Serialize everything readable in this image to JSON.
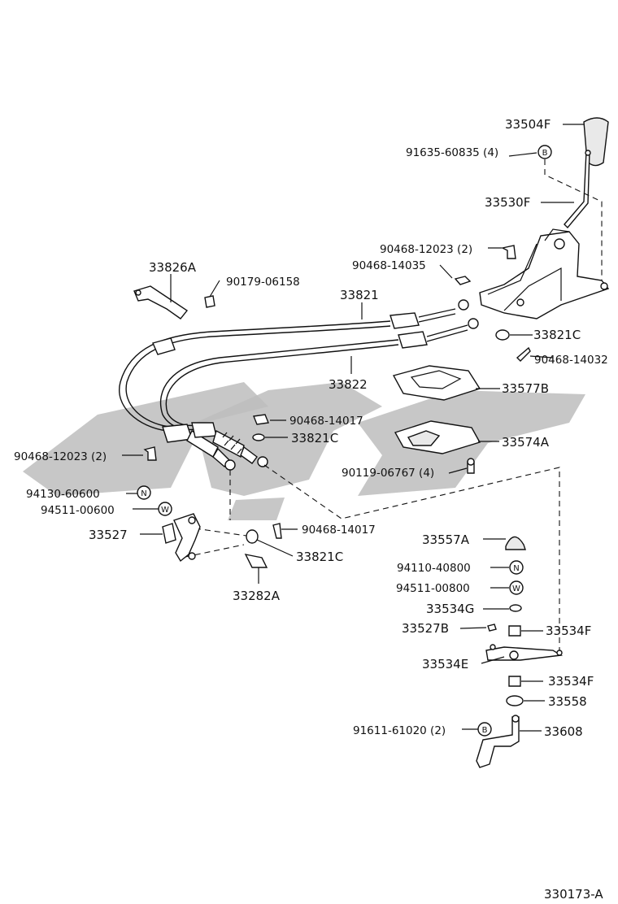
{
  "labels": {
    "l33504F": "33504F",
    "l91635": "91635-60835 (4)",
    "l33530F": "33530F",
    "l90468_12023_top": "90468-12023 (2)",
    "l90468_14035": "90468-14035",
    "l33826A": "33826A",
    "l90179": "90179-06158",
    "l33821": "33821",
    "l33821C_1": "33821C",
    "l90468_14032": "90468-14032",
    "l33822": "33822",
    "l33577B": "33577B",
    "l90468_14017_a": "90468-14017",
    "l33821C_2": "33821C",
    "l33574A": "33574A",
    "l90468_12023_left": "90468-12023 (2)",
    "l90119": "90119-06767 (4)",
    "l94130": "94130-60600",
    "l94511_00600": "94511-00600",
    "l33527": "33527",
    "l90468_14017_b": "90468-14017",
    "l33821C_3": "33821C",
    "l33282A": "33282A",
    "l33557A": "33557A",
    "l94110": "94110-40800",
    "l94511_00800": "94511-00800",
    "l33534G": "33534G",
    "l33527B": "33527B",
    "l33534F_1": "33534F",
    "l33534E": "33534E",
    "l33534F_2": "33534F",
    "l33558": "33558",
    "l91611": "91611-61020 (2)",
    "l33608": "33608",
    "figure_id": "330173-A"
  },
  "symbols": {
    "B": "B",
    "N": "N",
    "W": "W"
  }
}
